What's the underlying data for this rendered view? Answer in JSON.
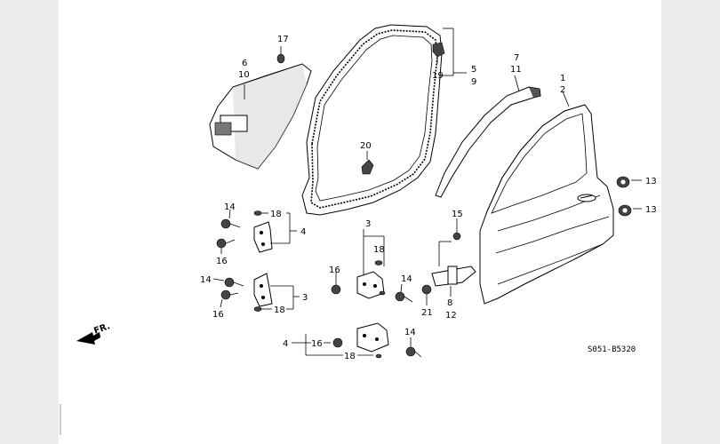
{
  "labels": {
    "p17": "17",
    "p6": "6",
    "p10": "10",
    "p5": "5",
    "p9": "9",
    "p19": "19",
    "p7": "7",
    "p11": "11",
    "p1": "1",
    "p2": "2",
    "p20": "20",
    "p13a": "13",
    "p13b": "13",
    "p14a": "14",
    "p18a": "18",
    "p4a": "4",
    "p16a": "16",
    "p3a": "3",
    "p18b": "18",
    "p15": "15",
    "p14b": "14",
    "p16b": "16",
    "p3b": "3",
    "p18c": "18",
    "p16c": "16",
    "p14c": "14",
    "p8": "8",
    "p12": "12",
    "p21": "21",
    "p4b": "4",
    "p16d": "16",
    "p18d": "18",
    "p14d": "14"
  },
  "front_marker": "FR.",
  "diagram_code": "S051-B5320"
}
